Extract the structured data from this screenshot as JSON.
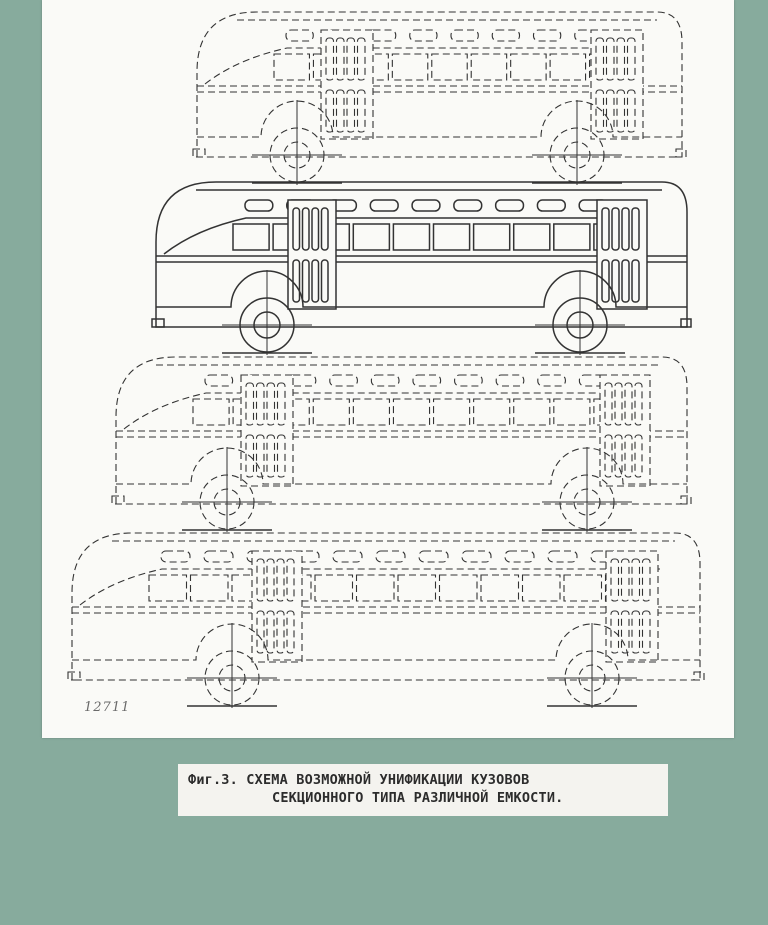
{
  "document": {
    "archive_number": "12711",
    "caption": {
      "line1": "Фиг.3. СХЕМА ВОЗМОЖНОЙ УНИФИКАЦИИ КУЗОВОВ",
      "line2": "СЕКЦИОННОГО ТИПА РАЗЛИЧНОЙ ЕМКОСТИ."
    },
    "drawings": [
      {
        "name": "bus-1",
        "style": "dashed"
      },
      {
        "name": "bus-2",
        "style": "solid"
      },
      {
        "name": "bus-3",
        "style": "dashed"
      },
      {
        "name": "bus-4",
        "style": "dashed"
      }
    ],
    "colors": {
      "mat": "#87ab9d",
      "paper": "#fafaf7",
      "ink": "#333333"
    }
  }
}
